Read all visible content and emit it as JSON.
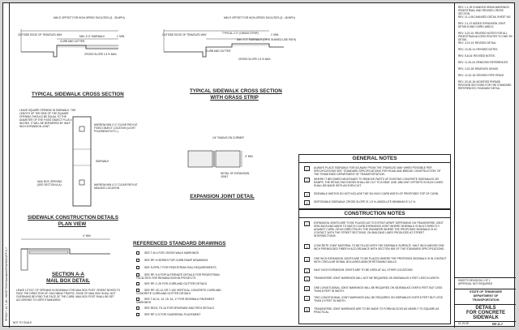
{
  "drawing": {
    "sheet_number": "RP-S-7",
    "date": "01-15-08",
    "not_to_scale": "NOT TO SCALE",
    "side_code": "RPS007 • 12-7-16 • SOMETHING/standard/DRAWINGS/RP-S-7"
  },
  "cross_section": {
    "title": "TYPICAL SIDEWALK CROSS SECTION",
    "min_offset": "MIN 5' OFFSET FOR HIGH-SPEED FACILITIES (5 - 35 MPH)",
    "outside_edge": "OUTSIDE EDGE OF TRAVELED WAY",
    "curb_gutter": "CURB AND GUTTER",
    "sidewalk_width": "MIN. 5'-0\" SIDEWALK",
    "buffer": "1' MIN.",
    "slope": "CROSS SLOPE 1.5 % MAX."
  },
  "grass_section": {
    "title_1": "TYPICAL SIDEWALK CROSS SECTION",
    "title_2": "WITH GRASS STRIP",
    "min_offset": "MIN 5' OFFSET FOR HIGH-SPEED FACILITIES (5 - 45 MPH)",
    "outside_edge": "OUTSIDE EDGE OF TRAVELED WAY",
    "curb_gutter": "CURB AND GUTTER",
    "strip": "TYPICAL 2'-0\" (GRASS STRIP)",
    "sidewalk_width": "MIN. 5'-0\" SIDEWALK (OR 6' SHARED-USE PATH)",
    "buffer": "1' MIN.",
    "slope": "CROSS SLOPE 1.5 % MAX."
  },
  "plan_view": {
    "title_1": "SIDEWALK CONSTRUCTION DETAILS",
    "title_2": "PLAN VIEW",
    "leave_square": "LEAVE SQUARE OPENING IN SIDEWALK. THE LENGTH OF THE SIDE OF THE SQUARE OPENING SHOULD BE EQUAL TO THE DIAMETER OF THE FIXED OBJECT PLUS 4 INCHES. IT WILL BE BORDERED BY HALF INCH EXPANSION JOINT.",
    "narrow_top": "NARROW MIN 4'-0\" CLEAR PATH AT FIXED OBJECT LOCATION (LIGHT POLE/BENCH ETC.)",
    "sidewalk": "SIDEWALK",
    "mailbox": "MAIL BOX OPENING (SEE SECTION A-A)",
    "narrow_bottom": "NARROW MIN 4'-0\" CLEAR PATH AT MAILBOX LOCATION"
  },
  "expansion": {
    "title": "EXPANSION JOINT DETAIL",
    "radius": "1/4\" RADIUS ON CORNER",
    "depth": "4\" MIN.",
    "detail": "DETAIL OF EXPANSION JOINT"
  },
  "mailbox": {
    "title_1": "SECTION A-A",
    "title_2": "MAIL BOX DETAIL",
    "width": "4\" MIN.",
    "note": "LEAVE 12\"X12\" OF OPENING IN SIDEWALK FOR MAIL BOX POST. ORIENT BOXES TO FACE THE DIRECTION OF ONCOMING TRAFFIC. EDGE OF MAIL BOX SHALL NOT OVERHANG BEYOND THE FACE OF THE CURB. MAIL BOX POST SHALL BE SET ACCORDING TO USPS STANDARDS."
  },
  "references": {
    "title": "REFERENCED STANDARD DRAWINGS",
    "items": [
      "SEE T-M-4 FOR CROSS WALK MARKINGS",
      "SEE RP-H-SERIES FOR CURB RAMP DRAWINGS",
      "SEE S-RPN-7 FOR PEDESTRIAN RAIL REQUIREMENTS",
      "SEE RP-S-6 FOR ALTERNATE DETAILS FOR PEDESTRIAN FACILITIES FOR REHABILITATION PROJECTS",
      "SEE RP-C-25 FOR CURB AND GUTTER DETAILS",
      "SEE RP-CD-12 OR T-100 VERTICAL CONCRETE CURB AND CONCRETE CURB AND GUTTER DETAILS",
      "SEE T-M-12, 14, 15, 16, 17 FOR SIDEWALK PAVEMENT MARKINGS",
      "SEE RD01-TS-1A FOR DRIVEWAY AND PATH DETAILS",
      "SEE RP-C-9 FOR GUARDRAIL PLACEMENT"
    ]
  },
  "general_notes": {
    "title": "GENERAL NOTES",
    "items": [
      {
        "n": "1",
        "text": "ALWAYS PLACE SIDEWALK FOR AS AWAY FROM THE TRAVELED WAY WHEN POSSIBLE PER SPECIFICATIONS SEE \"STANDARD SPECIFICATIONS FOR ROAD AND BRIDGE CONSTRUCTION\" OF THE TENNESSEE DEPARTMENT OF TRANSPORTATION."
      },
      {
        "n": "2",
        "text": "WHERE IT BECOMES NECESSARY TO REMOVE PARTS OF EXISTING CONCRETE SIDEWALKS OR RAMPS, THE RESULTING EDGES SHALL BE CUT TO A NEAT LINE, AND ANY OFFSETS IN SUCH LINES SHALL BE MADE WITH AN EVEN CUT."
      },
      {
        "n": "3",
        "text": "SIDEWALK WIDTHS DO NOT INCLUDE THE SIX INCH CURB WIDTH OF PROPOSED TOP OF CURB."
      },
      {
        "n": "4",
        "text": "DISPOSABLE SIDEWALK CROSS SLOPE IS 1.5 %, ABSOLUTE MINIMUM IS 1.0 %."
      }
    ]
  },
  "construction_notes": {
    "title": "CONSTRUCTION NOTES",
    "items": [
      {
        "n": "1",
        "text": "EXPANSION JOINTS ARE TO BE PLACED AS TO EXTENT APART DEPENDING ON TRANSVERSE JOINT SPACINGS AND MADE TO MATCH CURB EXPANSION JOINT WHERE SIDEWALK IS BUILT DIRECTLY AGAINST CURB, OR AS DIRECTED BY THE ENGINEER WHERE THE PROPOSED SIDEWALK IS IN CONTACT WITH THE STREET SECTIONS. ON BUILDING LINES PRODUCED AT STREET INTERSECTIONS."
      },
      {
        "n": "2",
        "text": "CONCRETE JOINT MATERIAL TO BE FILLED WITH THE SIDEWALK SURFACE. HALF INCH AND/OR ONE INCH PREMOLDED FIBER IN ACCORDANCE WITH SECTION 905 OF THE STANDARD SPECIFICATIONS."
      },
      {
        "n": "3",
        "text": "ONE INCH EXPANSION JOINTS ARE TO BE PLACED WHERE THE PROPOSED SIDEWALK IS IN CONTACT WITH CIRCULAR SIGNAL BOLLARDS AND/OR RETAINING WALLS."
      },
      {
        "n": "4",
        "text": "HALF INCH EXPANSION JOINTS ARE TO BE USED AT ALL OTHER LOCATIONS."
      },
      {
        "n": "5",
        "text": "TRANSVERSE JOINT MARKINGS WILL NOT BE REQUIRED ON SIDEWALKS 5 FEET LESS IN WIDTH."
      },
      {
        "n": "6",
        "text": "ONE LONGITUDINAL JOINT MARKINGS WILL BE REQUIRED ON SIDEWALKS OVER 6 FEET BUT LESS THAN 8 FEET IN WIDTH."
      },
      {
        "n": "7",
        "text": "TWO LONGITUDINAL JOINT MARKINGS WILL BE REQUIRED ON SIDEWALKS OVER 8 FEET BUT LESS THAN 10 FEET IN WIDTH."
      },
      {
        "n": "8",
        "text": "TRANSVERSE JOINT MARKINGS ARE TO BE MADE TO FORM BLOCKS AS NEARLY TO SQUARE AS PRACTICAL."
      }
    ]
  },
  "revisions": [
    "REV. 1-1-09 CHANGED DRAIN MARKINGS PEDESTRIAN, AND REVISED CROSS SECTION.",
    "REV. 11-1-08 CHANGED DETAIL SHEET NO.",
    "REV. 2-1-07 ADDED EXPANSION JOINT DETAILS AND CURB LABELS.",
    "REV. 3-20-10: REVISED NOTES FOR ALL PEDESTRIAN ACCESS ROUTES TO ONE 3% DETAIL.",
    "REV. 3-19-13: REVISED DETAIL.",
    "REV. 10-25-14: REVISED NOTES.",
    "REV. 5-8-16: REVISED NOTES.",
    "REV. 11-25-16: REMOVED REFERENCES.",
    "REV. 4-20-18: REMOVED GRASS.",
    "REV. 12-22-18: REVISED PIPE FENCE.",
    "REV. 03-15-18: MODIFIED PHRASE. REVISION SECTIONS FOR THE STANDARD REFERENCES. ROADWAY DETAIL."
  ],
  "stamp": {
    "line1": "SHEETS REVISION 1 OF 1",
    "line2": "APPROVAL NOT REQUIRED"
  },
  "agency": {
    "line1": "STATE OF TENNESSEE",
    "line2": "DEPARTMENT OF",
    "line3": "TRANSPORTATION"
  },
  "sheet_title": {
    "line1": "DETAILS",
    "line2": "FOR CONCRETE",
    "line3": "SIDEWALK"
  }
}
